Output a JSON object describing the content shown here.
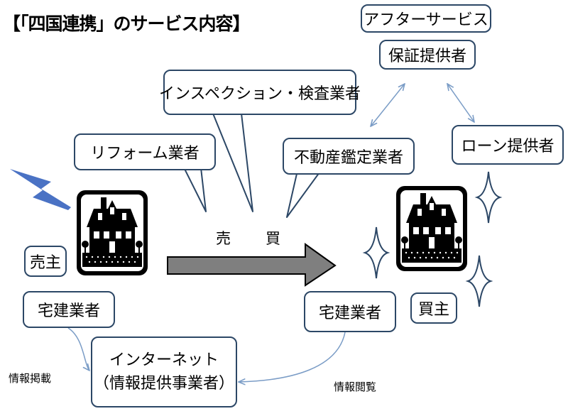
{
  "title": "【「四国連携」のサービス内容】",
  "actors": {
    "after_service": "アフターサービス",
    "warranty": "保証提供者",
    "inspection": "インスペクション・検査業者",
    "reform": "リフォーム業者",
    "appraisal": "不動産鑑定業者",
    "loan": "ローン提供者",
    "seller": "売主",
    "buyer": "買主",
    "agent_seller": "宅建業者",
    "agent_buyer": "宅建業者",
    "internet_line1": "インターネット",
    "internet_line2": "（情報提供事業者）"
  },
  "flow": {
    "sale_char1": "売",
    "sale_char2": "買",
    "listing": "情報掲載",
    "browsing": "情報閲覧"
  },
  "colors": {
    "box_border": "#2c4766",
    "lightning": "#4a72c4",
    "arrow_gray": "#7f7f7f",
    "sparkle": "#2c4766",
    "connector": "#7a9cc6"
  }
}
